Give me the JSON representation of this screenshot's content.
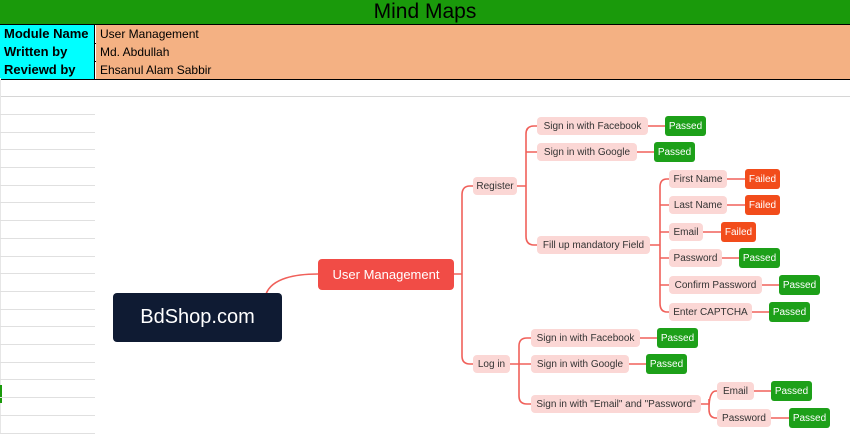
{
  "sheet": {
    "title": "Mind Maps",
    "rows": [
      {
        "label": "Module Name",
        "value": "User Management"
      },
      {
        "label": "Written by",
        "value": "Md. Abdullah"
      },
      {
        "label": "Reviewd by",
        "value": "Ehsanul Alam Sabbir"
      }
    ]
  },
  "colors": {
    "title_bg": "#1a9a0b",
    "key_bg": "#00ffff",
    "value_bg": "#f4b183",
    "root_bg": "#0f1b33",
    "main_bg": "#f14c46",
    "sub_bg": "#fbd7d5",
    "passed": "#1da019",
    "failed": "#f24c1b",
    "connector": "#f0605a"
  },
  "mindmap": {
    "root": "BdShop.com",
    "main": "User Management",
    "register": {
      "label": "Register",
      "items": [
        {
          "label": "Sign in with Facebook",
          "status": "Passed"
        },
        {
          "label": "Sign in with Google",
          "status": "Passed"
        }
      ],
      "mandatory": {
        "label": "Fill up mandatory Field",
        "fields": [
          {
            "label": "First Name",
            "status": "Failed"
          },
          {
            "label": "Last Name",
            "status": "Failed"
          },
          {
            "label": "Email",
            "status": "Failed"
          },
          {
            "label": "Password",
            "status": "Passed"
          },
          {
            "label": "Confirm Password",
            "status": "Passed"
          },
          {
            "label": "Enter CAPTCHA",
            "status": "Passed"
          }
        ]
      }
    },
    "login": {
      "label": "Log in",
      "items": [
        {
          "label": "Sign in with Facebook",
          "status": "Passed"
        },
        {
          "label": "Sign in with Google",
          "status": "Passed"
        }
      ],
      "email_password": {
        "label": "Sign in with \"Email\" and \"Password\"",
        "fields": [
          {
            "label": "Email",
            "status": "Passed"
          },
          {
            "label": "Password",
            "status": "Passed"
          }
        ]
      }
    }
  }
}
